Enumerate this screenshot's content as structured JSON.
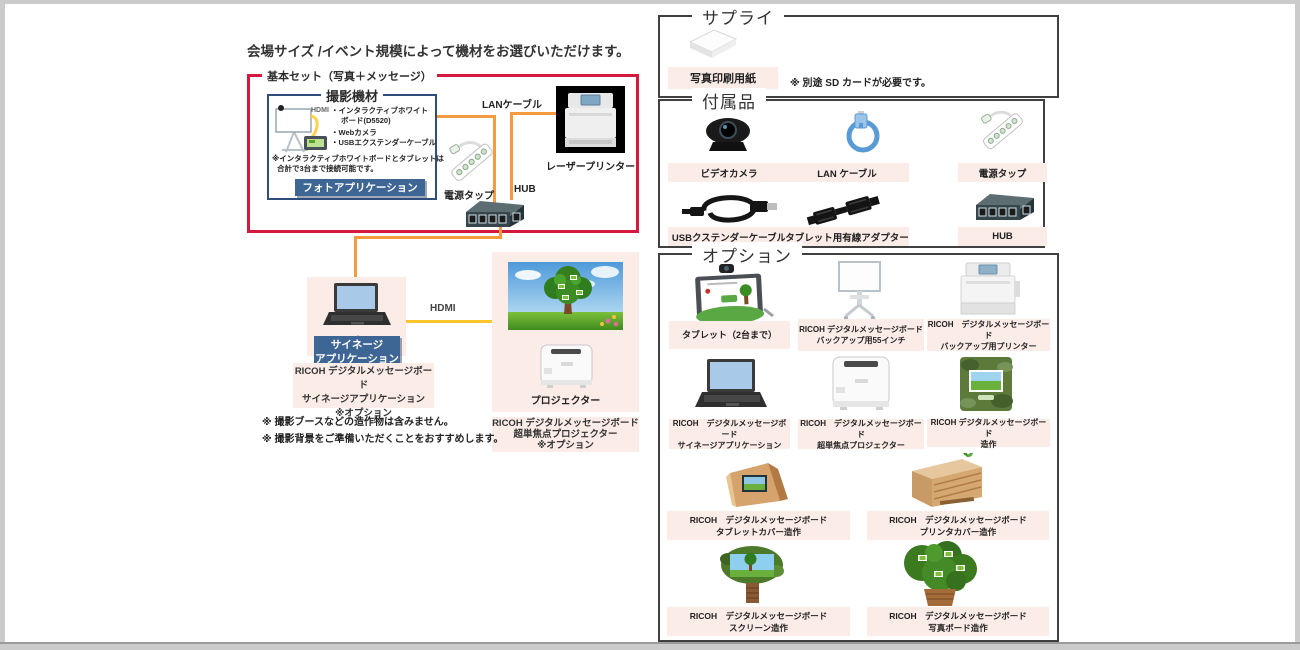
{
  "title": "会場サイズ /イベント規模によって機材をお選びいただけます。",
  "basic_set": {
    "label": "基本セット（写真＋メッセージ）",
    "shooting": {
      "title": "撮影機材",
      "hdmi": "HDMI",
      "list": [
        "・インタラクティブホワイト",
        "ボード(D5520)",
        "・Webカメラ",
        "・USBエクステンダーケーブル"
      ],
      "note1": "※インタラクティブホワイトボードとタブレットは",
      "note2": "合計で3台まで接続可能です。",
      "button": "フォトアプリケーション"
    },
    "lan_label": "LANケーブル",
    "printer_label": "レーザープリンター",
    "power_label": "電源タップ",
    "hub_label": "HUB"
  },
  "signage": {
    "pc_label": "ノートPC",
    "button_line1": "サイネージ",
    "button_line2": "アプリケーション",
    "caption1": "RICOH デジタルメッセージボード",
    "caption2": "サイネージアプリケーション",
    "caption3": "※オプション",
    "hdmi_label": "HDMI"
  },
  "projection": {
    "projector_label": "プロジェクター",
    "caption1": "RICOH デジタルメッセージボード",
    "caption2": "超単焦点プロジェクター",
    "caption3": "※オプション"
  },
  "notes": [
    "※ 撮影ブースなどの造作物は含みません。",
    "※ 撮影背景をご準備いただくことをおすすめします。"
  ],
  "supply": {
    "title": "サプライ",
    "item_label": "写真印刷用紙",
    "item_icon": "paper-stack-icon",
    "note": "※ 別途 SD カードが必要です。"
  },
  "accessories": {
    "title": "付属品",
    "items": [
      {
        "label": "ビデオカメラ",
        "icon": "video-camera-icon"
      },
      {
        "label": "LAN ケーブル",
        "icon": "lan-cable-icon"
      },
      {
        "label": "電源タップ",
        "icon": "power-strip-icon"
      },
      {
        "label": "USBクステンダーケーブル",
        "icon": "usb-extender-cable-icon"
      },
      {
        "label": "タブレット用有線アダプター",
        "icon": "tablet-wired-adapter-icon"
      },
      {
        "label": "HUB",
        "icon": "hub-icon"
      }
    ]
  },
  "options": {
    "title": "オプション",
    "items": [
      {
        "line1": "タブレット（2台まで）",
        "line2": "",
        "icon": "tablet-icon"
      },
      {
        "line1": "RICOH デジタルメッセージボード",
        "line2": "バックアップ用55インチ",
        "icon": "whiteboard-stand-icon"
      },
      {
        "line1": "RICOH　デジタルメッセージボード",
        "line2": "バックアップ用プリンター",
        "icon": "printer-icon"
      },
      {
        "line1": "RICOH　デジタルメッセージボード",
        "line2": "サイネージアプリケーション",
        "icon": "laptop-icon"
      },
      {
        "line1": "RICOH　デジタルメッセージボード",
        "line2": "超単焦点プロジェクター",
        "icon": "projector-icon"
      },
      {
        "line1": "RICOH デジタルメッセージボード",
        "line2": "造作",
        "icon": "kiosk-structure-icon"
      },
      {
        "line1": "RICOH　デジタルメッセージボード",
        "line2": "タブレットカバー造作",
        "icon": "wood-tablet-cover-icon"
      },
      {
        "line1": "RICOH　デジタルメッセージボード",
        "line2": "プリンタカバー造作",
        "icon": "wood-printer-cover-icon"
      },
      {
        "line1": "RICOH　デジタルメッセージボード",
        "line2": "スクリーン造作",
        "icon": "screen-structure-icon"
      },
      {
        "line1": "RICOH　デジタルメッセージボード",
        "line2": "写真ボード造作",
        "icon": "photo-board-icon"
      }
    ]
  },
  "colors": {
    "accent_red": "#d5183d",
    "accent_blue": "#3e6695",
    "line_orange": "#f49b40",
    "line_yellow": "#fdc42c",
    "panel_pink": "#fbece7",
    "frame_gray": "#cbcbcb"
  }
}
